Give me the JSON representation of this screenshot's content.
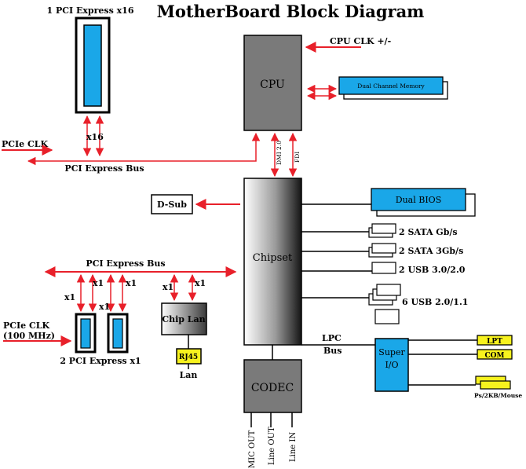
{
  "title": "MotherBoard Block Diagram",
  "cpu": {
    "label": "CPU",
    "clock_label": "CPU CLK +/-"
  },
  "memory": {
    "label": "Dual Channel Memory"
  },
  "pcie_x16": {
    "slot_label": "1 PCI Express x16",
    "lane_label": "x16"
  },
  "pcie_clk": {
    "label": "PCIe CLK"
  },
  "pci_express_bus_top": {
    "label": "PCI Express Bus"
  },
  "cpu_links": {
    "dmi": "DMI 2.0",
    "fdi": "FDI"
  },
  "chipset": {
    "label": "Chipset"
  },
  "dsub": {
    "label": "D-Sub"
  },
  "dual_bios": {
    "label": "Dual BIOS"
  },
  "sata_gbs": {
    "label": "2 SATA Gb/s"
  },
  "sata_3gbs": {
    "label": "2 SATA 3Gb/s"
  },
  "usb3": {
    "label": "2 USB 3.0/2.0"
  },
  "usb2": {
    "label": "6 USB 2.0/1.1"
  },
  "pci_express_bus_left": {
    "label": "PCI Express Bus"
  },
  "lane_x1_labels": [
    "x1",
    "x1",
    "x1",
    "x1",
    "x1",
    "x1"
  ],
  "pcie_x1": {
    "slot_label": "2 PCI Express x1"
  },
  "pcie_clk_100": {
    "label_line1": "PCIe CLK",
    "label_line2": "(100 MHz)"
  },
  "chip_lan": {
    "label": "Chip Lan",
    "connector": "RJ45",
    "port_label": "Lan"
  },
  "lpc_bus": {
    "line1": "LPC",
    "line2": "Bus"
  },
  "super_io": {
    "line1": "Super",
    "line2": "I/O"
  },
  "lpt": {
    "label": "LPT"
  },
  "com": {
    "label": "COM"
  },
  "ps2": {
    "label": "Ps/2KB/Mouse"
  },
  "codec": {
    "label": "CODEC"
  },
  "audio": {
    "mic_out": "MIC OUT",
    "line_out": "Line OUT",
    "line_in": "Line IN"
  },
  "colors": {
    "arrow_red": "#e8202a",
    "cpu_gray": "#7a7a7a",
    "slot_cyan": "#1aa7e8",
    "chip_yellow": "#f7f21e",
    "chipset_dark": "#1e1e1e"
  }
}
